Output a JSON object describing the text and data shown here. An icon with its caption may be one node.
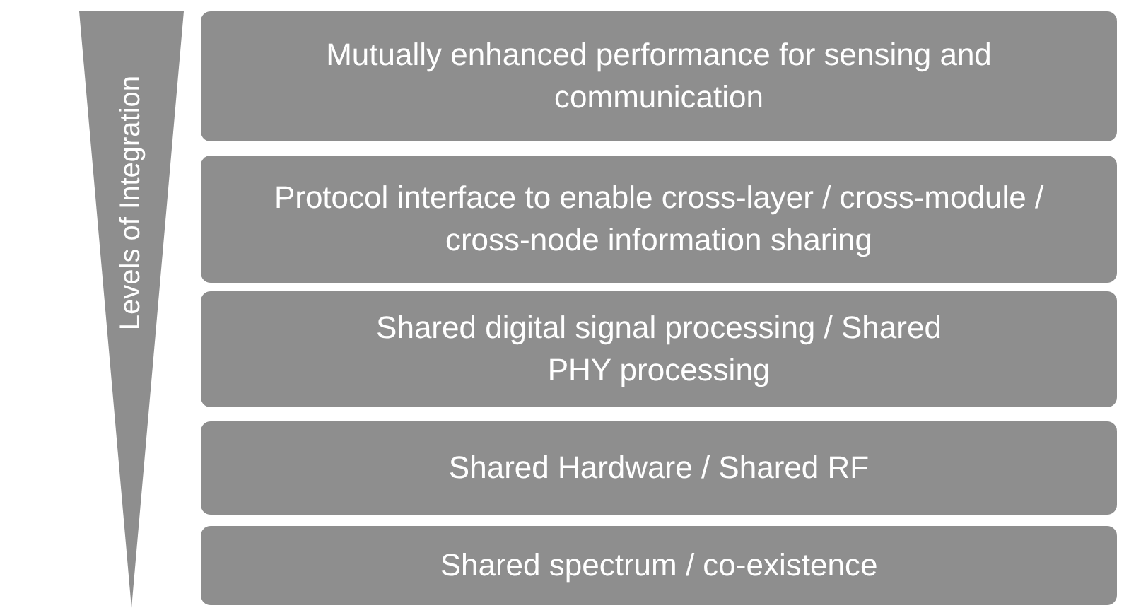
{
  "diagram": {
    "nodes": [
      {
        "text": [
          "Levels of Integration"
        ]
      },
      {
        "text": [
          "Mutually enhanced performance for sensing and communication"
        ]
      },
      {
        "text": [
          "Protocol interface to enable cross-layer / cross-module / cross-node information sharing"
        ]
      },
      {
        "text": [
          "Shared digital signal processing / Shared PHY processing"
        ]
      },
      {
        "text": [
          "Shared Hardware / Shared RF"
        ]
      },
      {
        "text": [
          "Shared spectrum / co-existence"
        ]
      }
    ]
  }
}
